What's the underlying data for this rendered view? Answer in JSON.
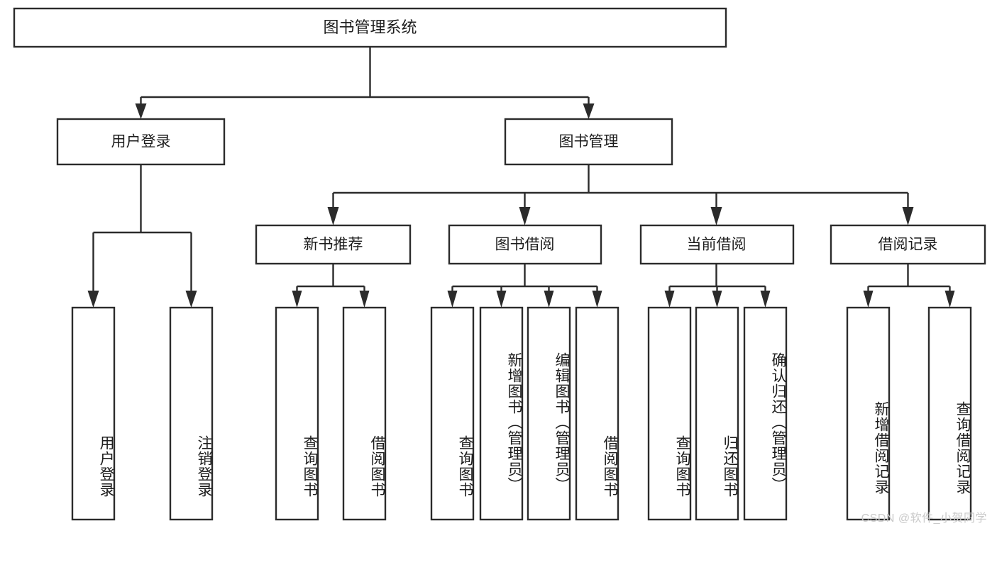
{
  "diagram": {
    "type": "tree-hierarchy-chart",
    "title_text": "图书管理系统",
    "orientation": "top-down",
    "colors": {
      "box_stroke": "#2b2b2b",
      "box_fill": "#ffffff",
      "text": "#1c1c1c",
      "connector": "#2b2b2b",
      "watermark": "#c9c9c9",
      "background": "#ffffff"
    },
    "root": {
      "id": "root",
      "label": "图书管理系统"
    },
    "level2": [
      {
        "id": "user-login",
        "label": "用户登录"
      },
      {
        "id": "book-manage",
        "label": "图书管理"
      }
    ],
    "level3": [
      {
        "id": "new-book-rec",
        "label": "新书推荐",
        "parent": "book-manage"
      },
      {
        "id": "book-borrow",
        "label": "图书借阅",
        "parent": "book-manage"
      },
      {
        "id": "current-borrow",
        "label": "当前借阅",
        "parent": "book-manage"
      },
      {
        "id": "borrow-record",
        "label": "借阅记录",
        "parent": "book-manage"
      }
    ],
    "leaves": [
      {
        "id": "leaf-user-login",
        "label": "用户登录",
        "parent": "user-login"
      },
      {
        "id": "leaf-logout-login",
        "label": "注销登录",
        "parent": "user-login"
      },
      {
        "id": "leaf-query-book-1",
        "label": "查询图书",
        "parent": "new-book-rec"
      },
      {
        "id": "leaf-borrow-book-1",
        "label": "借阅图书",
        "parent": "new-book-rec"
      },
      {
        "id": "leaf-query-book-2",
        "label": "查询图书",
        "parent": "book-borrow"
      },
      {
        "id": "leaf-add-book",
        "label": "新增图书（管理员）",
        "parent": "book-borrow"
      },
      {
        "id": "leaf-edit-book",
        "label": "编辑图书（管理员）",
        "parent": "book-borrow"
      },
      {
        "id": "leaf-borrow-book-2",
        "label": "借阅图书",
        "parent": "book-borrow"
      },
      {
        "id": "leaf-query-book-3",
        "label": "查询图书",
        "parent": "current-borrow"
      },
      {
        "id": "leaf-return-book",
        "label": "归还图书",
        "parent": "current-borrow"
      },
      {
        "id": "leaf-confirm-return",
        "label": "确认归还（管理员）",
        "parent": "current-borrow"
      },
      {
        "id": "leaf-add-record",
        "label": "新增借阅记录",
        "parent": "borrow-record"
      },
      {
        "id": "leaf-query-record",
        "label": "查询借阅记录",
        "parent": "borrow-record"
      }
    ],
    "watermark": "CSDN @软件_小贺同学"
  }
}
